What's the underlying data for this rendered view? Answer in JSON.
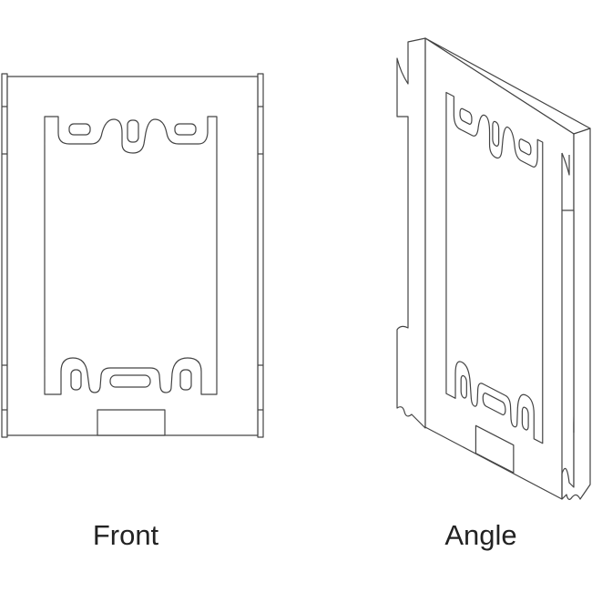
{
  "views": [
    {
      "id": "front",
      "label": "Front"
    },
    {
      "id": "angle",
      "label": "Angle"
    }
  ],
  "colors": {
    "line": "#444444",
    "background": "#ffffff"
  }
}
